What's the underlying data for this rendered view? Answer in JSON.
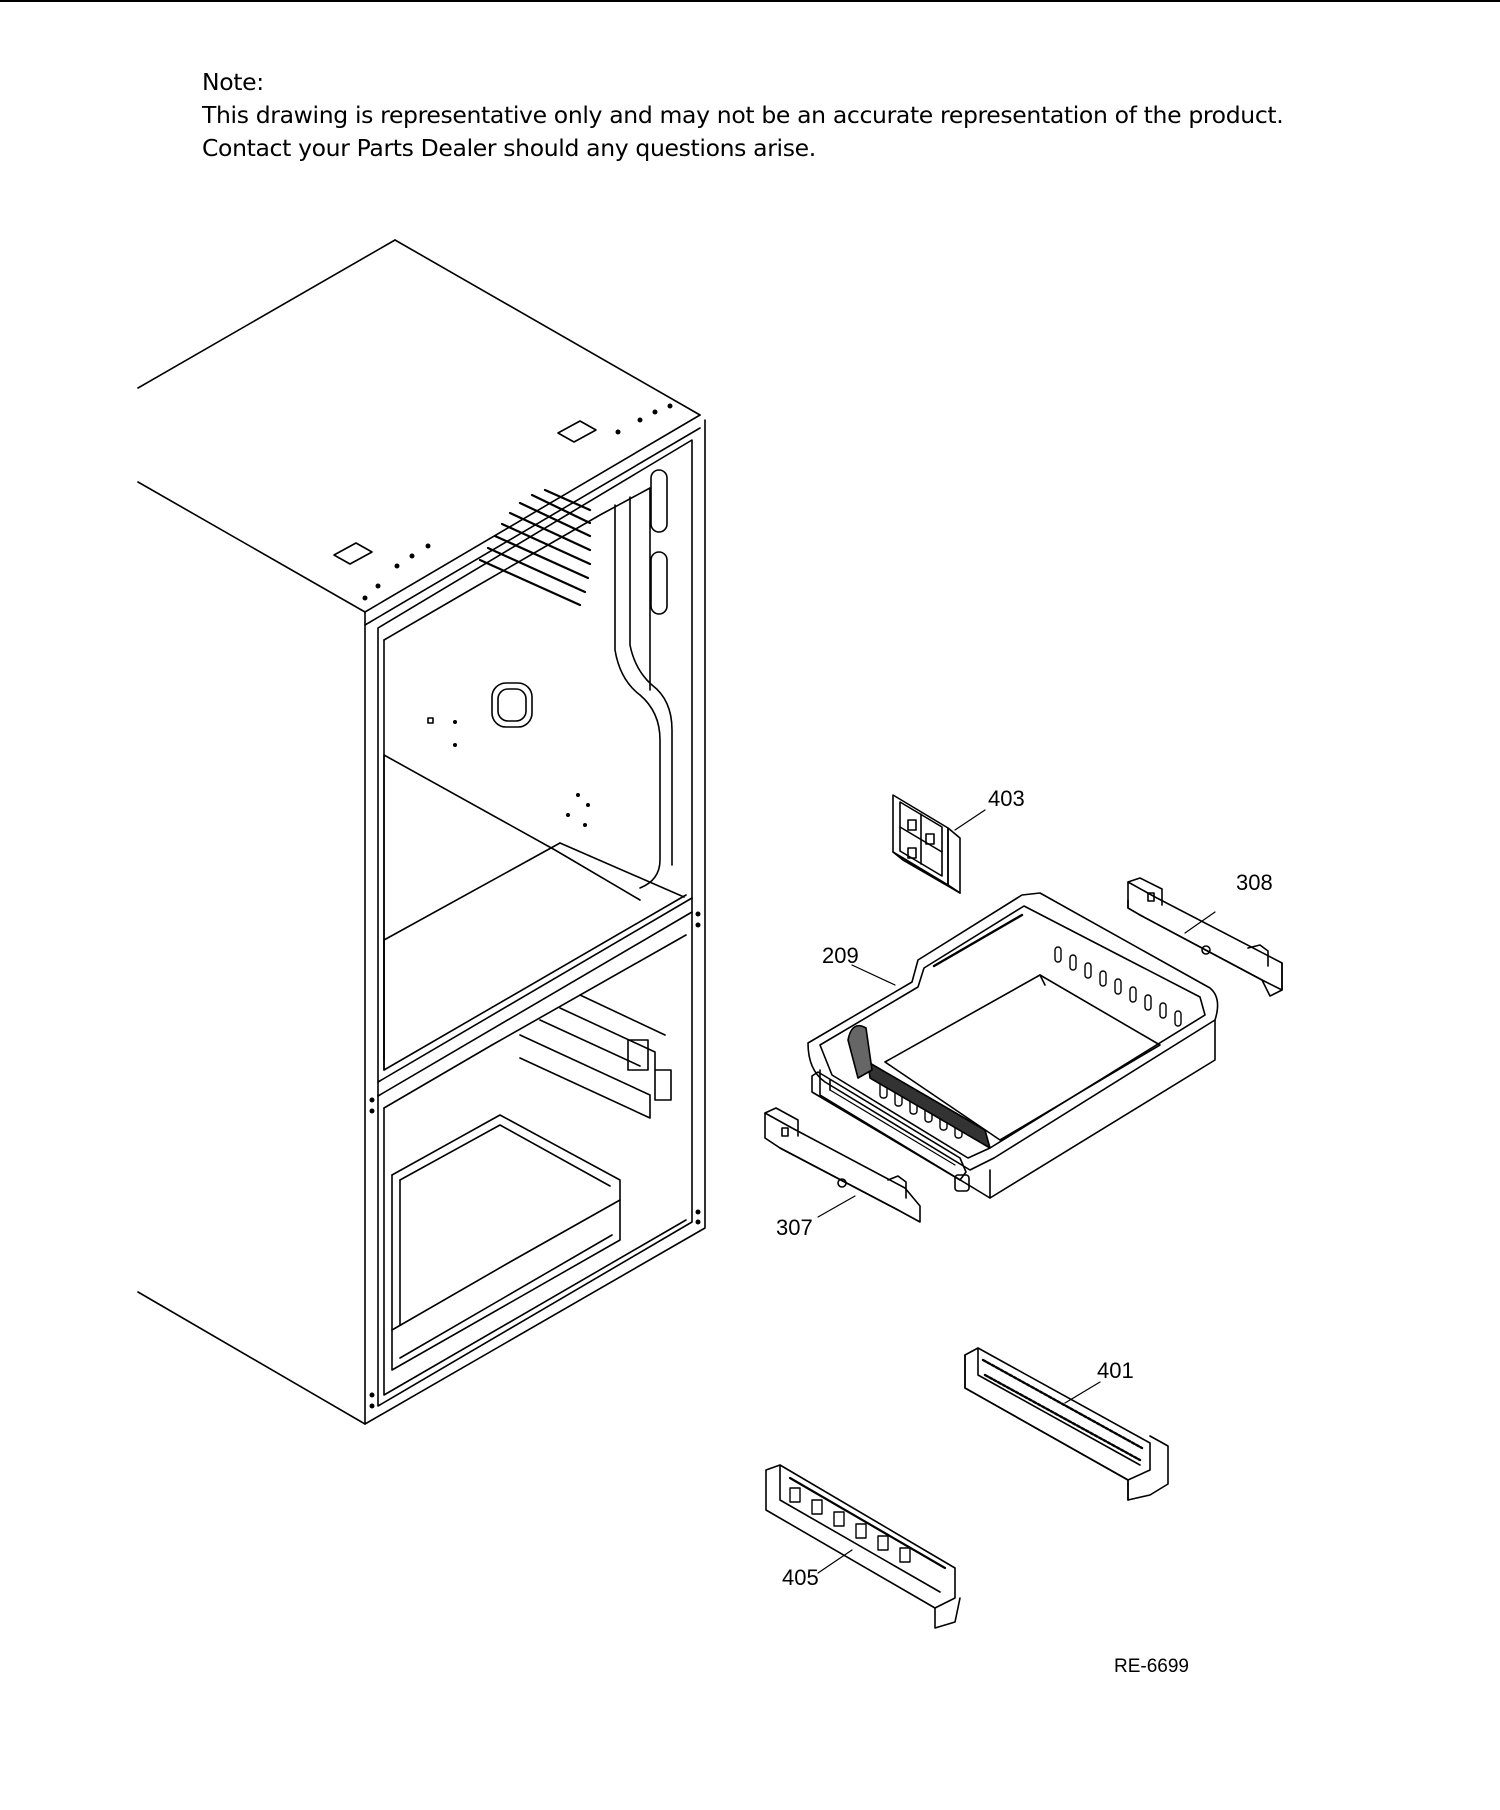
{
  "note": {
    "heading": "Note:",
    "line1": "This drawing is representative only and may not be an accurate representation of the product.",
    "line2": "Contact your Parts Dealer should any questions arise."
  },
  "callouts": {
    "p403": "403",
    "p308": "308",
    "p209": "209",
    "p307": "307",
    "p401": "401",
    "p405": "405"
  },
  "reference": "RE-6699"
}
